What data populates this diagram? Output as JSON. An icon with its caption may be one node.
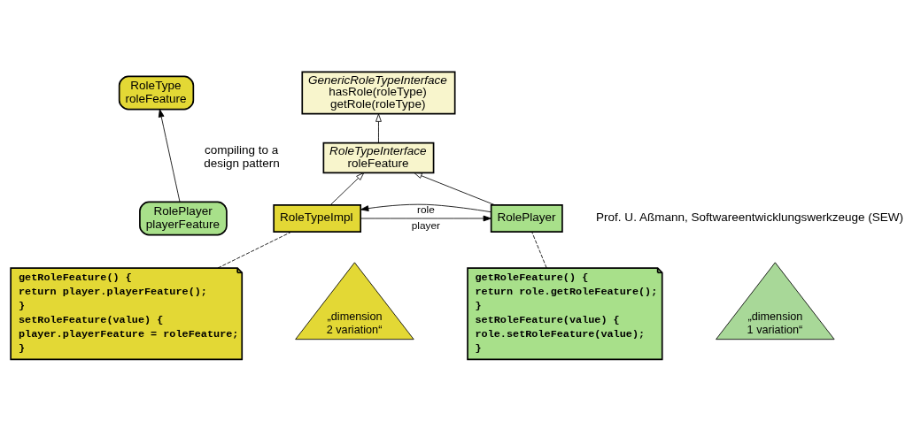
{
  "diagram": {
    "nodes": [
      {
        "text": [
          "RoleType",
          "roleFeature"
        ]
      },
      {
        "text": [
          "RolePlayer",
          "playerFeature"
        ]
      },
      {
        "text": [
          "GenericRoleTypeInterface",
          "hasRole(roleType)",
          "getRole(roleType)"
        ]
      },
      {
        "text": [
          "RoleTypeInterface",
          "roleFeature"
        ]
      },
      {
        "text": [
          "RoleTypeImpl"
        ]
      },
      {
        "text": [
          "RolePlayer"
        ]
      },
      {
        "text": [
          "getRoleFeature() {",
          "return player.playerFeature();",
          "}",
          "setRoleFeature(value) {",
          "player.playerFeature = roleFeature;",
          "}"
        ]
      },
      {
        "text": [
          "getRoleFeature() {",
          "return role.getRoleFeature();",
          "}",
          "setRoleFeature(value) {",
          "role.setRoleFeature(value);",
          "}"
        ]
      },
      {
        "text": [
          "„dimension 2 variation“"
        ]
      },
      {
        "text": [
          "„dimension 1 variation“"
        ]
      }
    ],
    "edges": [
      {
        "from": 1,
        "to": 0,
        "arrow": "to"
      },
      {
        "from": 3,
        "to": 2,
        "arrow": "to"
      },
      {
        "from": 4,
        "to": 3,
        "arrow": "to"
      },
      {
        "from": 5,
        "to": 3,
        "arrow": "to"
      },
      {
        "from": 5,
        "to": 4,
        "arrow": "to",
        "label": "role"
      },
      {
        "from": 4,
        "to": 5,
        "arrow": "to",
        "label": "player"
      },
      {
        "from": 6,
        "to": 4,
        "arrow": "none",
        "style": "dashed"
      },
      {
        "from": 7,
        "to": 5,
        "arrow": "none",
        "style": "dashed"
      }
    ],
    "labels": [
      "compiling to a design pattern",
      "Prof. U. Aßmann, Softwareentwicklungswerkzeuge (SEW)"
    ]
  }
}
